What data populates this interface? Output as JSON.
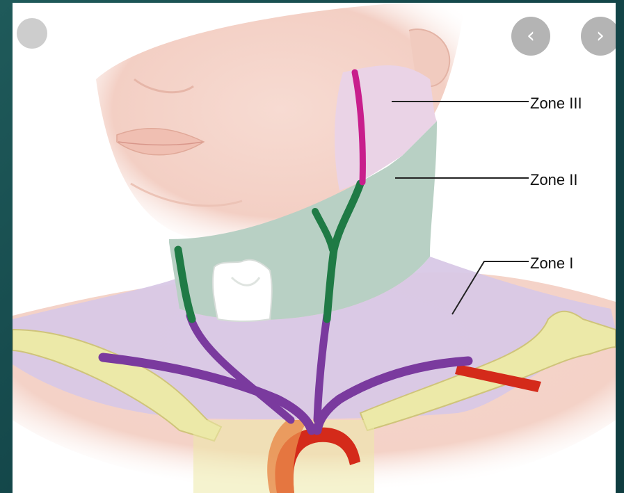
{
  "labels": {
    "zone3": "Zone III",
    "zone2": "Zone II",
    "zone1": "Zone I"
  },
  "navigation": {
    "prev_icon": "chevron-left-icon",
    "next_icon": "chevron-right-icon",
    "prev_glyph": "‹",
    "next_glyph": "›"
  },
  "colors": {
    "background": "#1a4f52",
    "zone3_fill": "#ead3e6",
    "zone2_fill": "#b8d0c4",
    "zone1_fill": "#d8c8e6",
    "carotid_green": "#1f7a45",
    "vessel_purple": "#7a3a9e",
    "artery_red": "#d42a1a",
    "clavicle": "#ece9a8",
    "skin": "#f3cfc4"
  }
}
